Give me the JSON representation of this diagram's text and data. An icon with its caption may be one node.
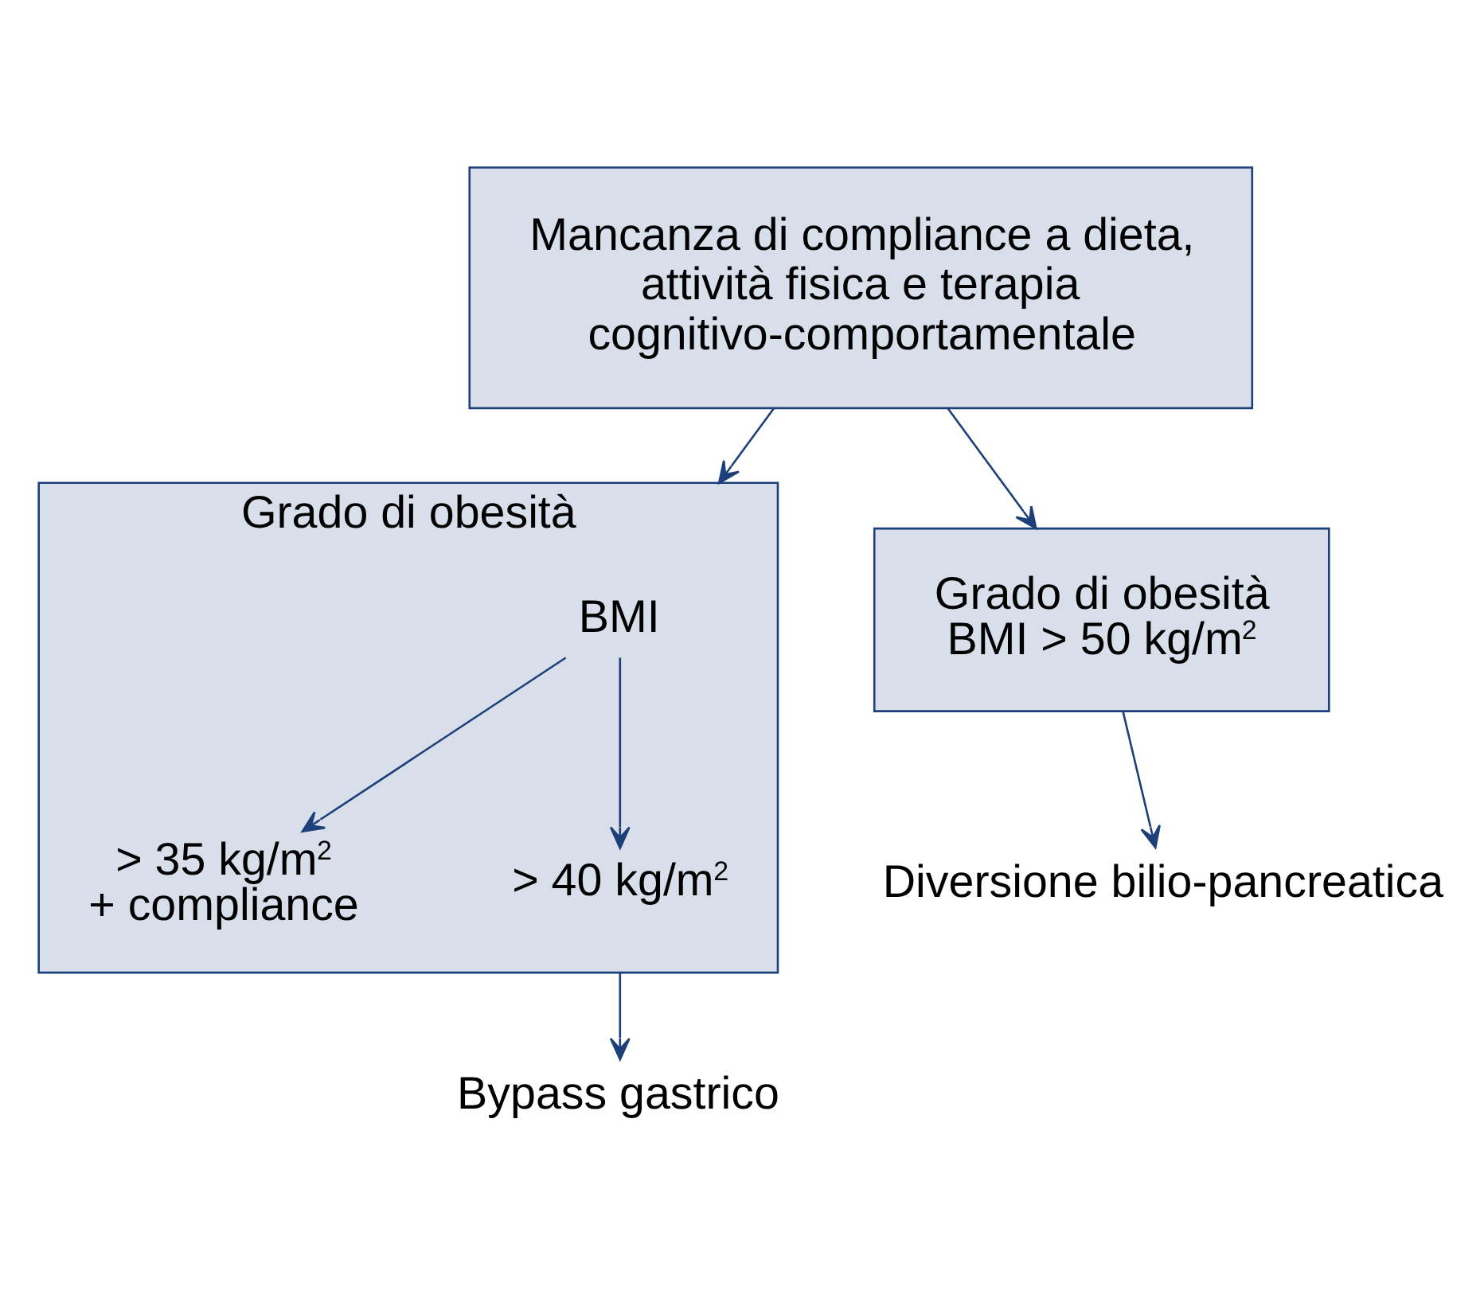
{
  "diagram": {
    "nodes": [
      {
        "text": [
          "Mancanza di compliance a dieta, attività fisica e terapia cognitivo-comportamentale"
        ]
      },
      {
        "text": [
          "Grado di obesità"
        ]
      },
      {
        "text": [
          "BMI"
        ],
        "in": 1
      },
      {
        "text": [
          "> 35 kg/m$^{2}$ + compliance"
        ],
        "in": 1
      },
      {
        "text": [
          "> 40 kg/m$^{2}$"
        ],
        "in": 1
      },
      {
        "text": [
          "Grado di obesità",
          "BMI > 50 kg/m$^{2}$"
        ]
      },
      {
        "text": [
          "Bypass gastrico"
        ]
      },
      {
        "text": [
          "Diversione bilio-pancreatica"
        ]
      }
    ],
    "edges": [
      {
        "from": 0,
        "to": 1,
        "arrow": "to"
      },
      {
        "from": 0,
        "to": 5,
        "arrow": "to"
      },
      {
        "from": 2,
        "to": 3,
        "arrow": "to"
      },
      {
        "from": 2,
        "to": 4,
        "arrow": "to"
      },
      {
        "from": 1,
        "to": 6,
        "arrow": "to"
      },
      {
        "from": 5,
        "to": 7,
        "arrow": "to"
      }
    ]
  }
}
